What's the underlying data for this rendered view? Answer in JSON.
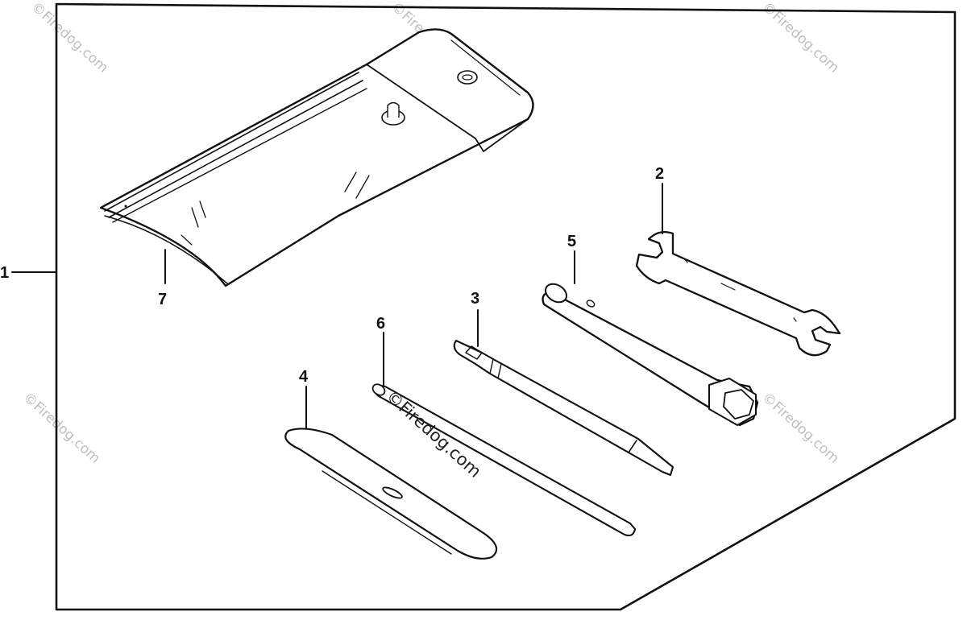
{
  "diagram": {
    "callouts": [
      {
        "id": "1",
        "label": "1"
      },
      {
        "id": "2",
        "label": "2"
      },
      {
        "id": "3",
        "label": "3"
      },
      {
        "id": "4",
        "label": "4"
      },
      {
        "id": "5",
        "label": "5"
      },
      {
        "id": "6",
        "label": "6"
      },
      {
        "id": "7",
        "label": "7"
      }
    ],
    "watermark": "©Firedog.com",
    "watermark_main": "©Firedog.com"
  }
}
